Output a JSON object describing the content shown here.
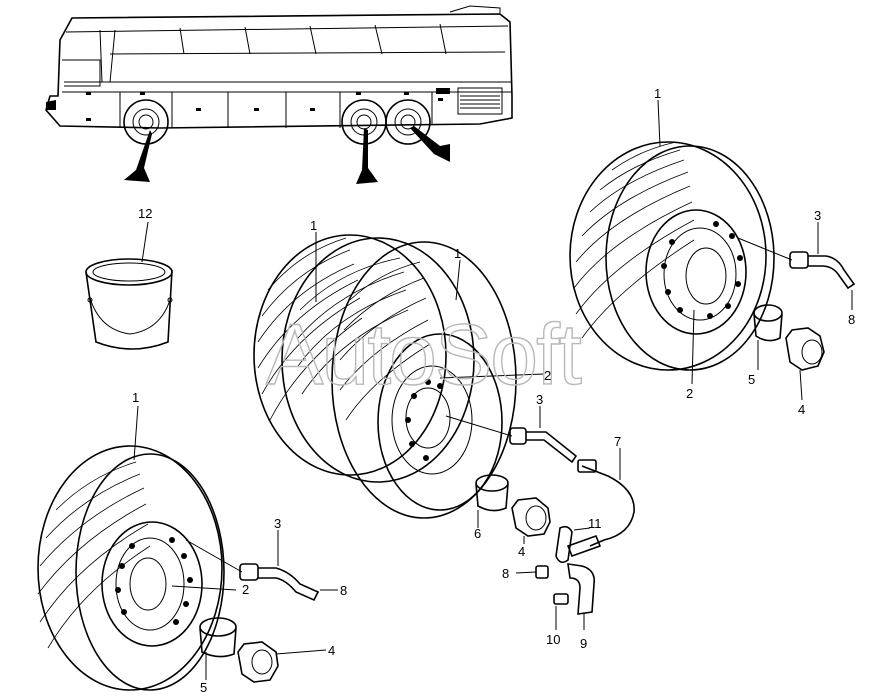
{
  "watermark": "AutoSoft",
  "callouts": {
    "c1_top": "1",
    "c1_mid_a": "1",
    "c1_mid_b": "1",
    "c1_left": "1",
    "c2_right": "2",
    "c2_mid": "2",
    "c2_left": "2",
    "c3_right": "3",
    "c3_mid": "3",
    "c3_left": "3",
    "c4_right": "4",
    "c4_mid": "4",
    "c4_left": "4",
    "c5_right": "5",
    "c5_left": "5",
    "c6": "6",
    "c7": "7",
    "c8_right": "8",
    "c8_mid": "8",
    "c8_left": "8",
    "c9": "9",
    "c10": "10",
    "c11": "11",
    "c12": "12"
  }
}
